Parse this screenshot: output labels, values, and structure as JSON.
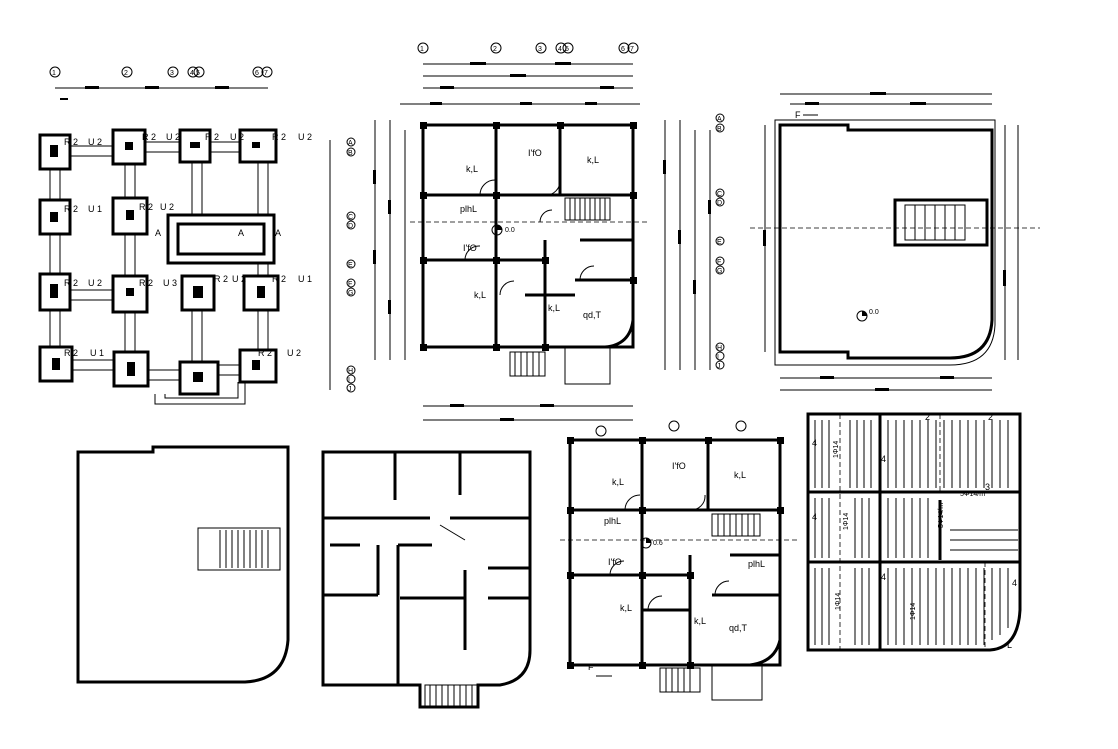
{
  "grid_bubbles_top": [
    "1",
    "2",
    "3",
    "4",
    "5",
    "6",
    "7"
  ],
  "grid_bubbles_side": [
    "A",
    "B",
    "C",
    "D",
    "E",
    "F",
    "G",
    "H",
    "I",
    "J"
  ],
  "foundation_plan": {
    "footing_marks": [
      "R 2",
      "U 2",
      "R 2",
      "U 2",
      "R 2",
      "U 2",
      "R 2",
      "U 2",
      "R 2",
      "U 1",
      "R 2",
      "U 2",
      "R 2",
      "U 2",
      "R 2",
      "U 3",
      "R 2",
      "U 2",
      "R 2",
      "U 1",
      "R 2",
      "U 1",
      "R 2",
      "U 2"
    ],
    "section_marks": [
      "A",
      "A",
      "A"
    ]
  },
  "ground_floor_plan": {
    "room_labels": [
      "k,L",
      "I'fO",
      "k,L",
      "plhL",
      "I'fO",
      "k,L",
      "k,L",
      "qd,T"
    ],
    "level_mark": "0.0"
  },
  "roof_plan": {
    "level_mark": "0.0",
    "section_mark": "F"
  },
  "first_floor_plan": {
    "room_labels": [
      "I'fO",
      "k,L",
      "k,L",
      "plhL",
      "I'fO",
      "plhL",
      "k,L",
      "k,L",
      "qd,T"
    ],
    "level_mark": "0.6",
    "section_mark": "F"
  },
  "slab_plan": {
    "span_marks": [
      "2",
      "2",
      "4",
      "4",
      "4",
      "4",
      "4",
      "3",
      "L"
    ],
    "rebar_notes": [
      "5Φ14/m",
      "5Φ14/m"
    ],
    "slab_marks": [
      "1Φ14",
      "1Φ14",
      "1Φ14",
      "1Φ14"
    ]
  }
}
